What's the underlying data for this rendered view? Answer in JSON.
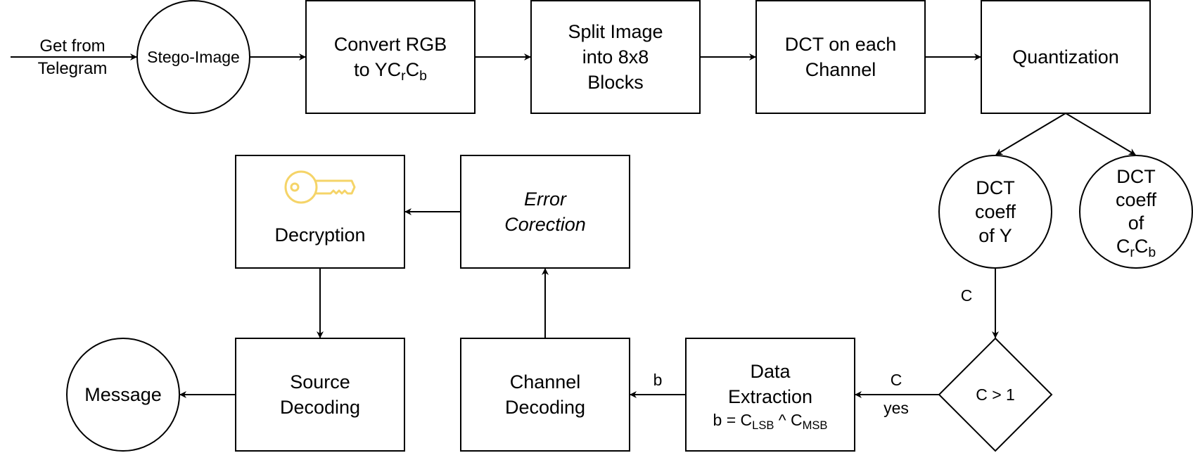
{
  "nodes": {
    "stego_image": "Stego-Image",
    "convert": {
      "line1": "Convert RGB",
      "line2_prefix": "to YC",
      "sub_r": "r",
      "mid": "C",
      "sub_b": "b"
    },
    "split": {
      "line1": "Split Image",
      "line2": "into 8x8",
      "line3": "Blocks"
    },
    "dct": {
      "line1": "DCT on each",
      "line2": "Channel"
    },
    "quantization": "Quantization",
    "dct_y": {
      "line1": "DCT",
      "line2": "coeff",
      "line3": "of Y"
    },
    "dct_crcb": {
      "line1": "DCT",
      "line2": "coeff",
      "line3": "of",
      "c1": "C",
      "sub_r": "r",
      "c2": "C",
      "sub_b": "b"
    },
    "decision": "C > 1",
    "data_extraction": {
      "line1": "Data",
      "line2": "Extraction",
      "formula_b": "b = C",
      "sub_lsb": "LSB",
      "op": " ^ C",
      "sub_msb": "MSB"
    },
    "channel_decoding": {
      "line1": "Channel",
      "line2": "Decoding"
    },
    "error_correction": {
      "line1": "Error",
      "line2": "Corection"
    },
    "decryption": "Decryption",
    "source_decoding": {
      "line1": "Source",
      "line2": "Decoding"
    },
    "message": "Message"
  },
  "edge_labels": {
    "input": {
      "line1": "Get from",
      "line2": "Telegram"
    },
    "c_down": "C",
    "c_left": "C",
    "yes": "yes",
    "b": "b"
  },
  "icons": {
    "decryption": "key-icon"
  },
  "colors": {
    "stroke": "#000000",
    "key": "#F5D468",
    "background": "#FFFFFF"
  }
}
